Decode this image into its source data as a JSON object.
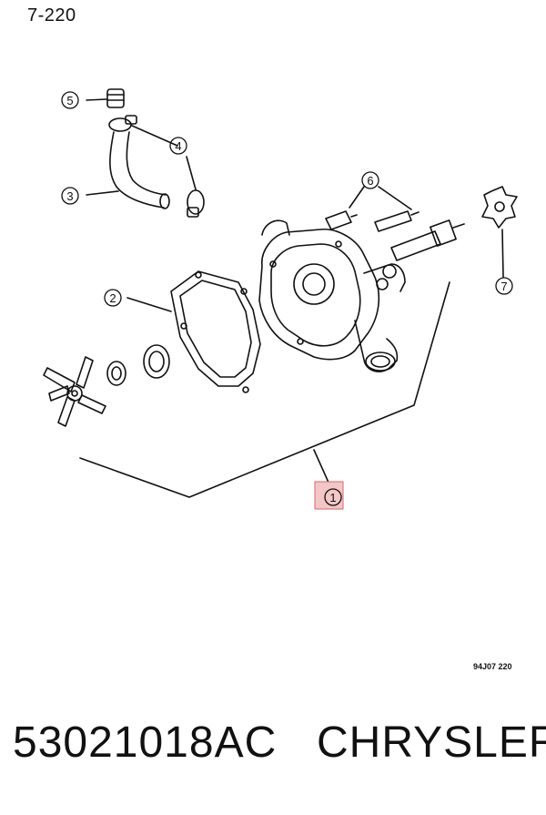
{
  "page_ref": "7-220",
  "callouts": {
    "c1": "1",
    "c2": "2",
    "c3": "3",
    "c4": "4",
    "c5": "5",
    "c6": "6",
    "c7": "7"
  },
  "drawing_code": "94J07 220",
  "footer": {
    "part_number": "53021018AC",
    "brand": "CHRYSLER"
  },
  "colors": {
    "line": "#111111",
    "highlight_fill": "#f4c6c6",
    "highlight_stroke": "#d66a6a"
  }
}
